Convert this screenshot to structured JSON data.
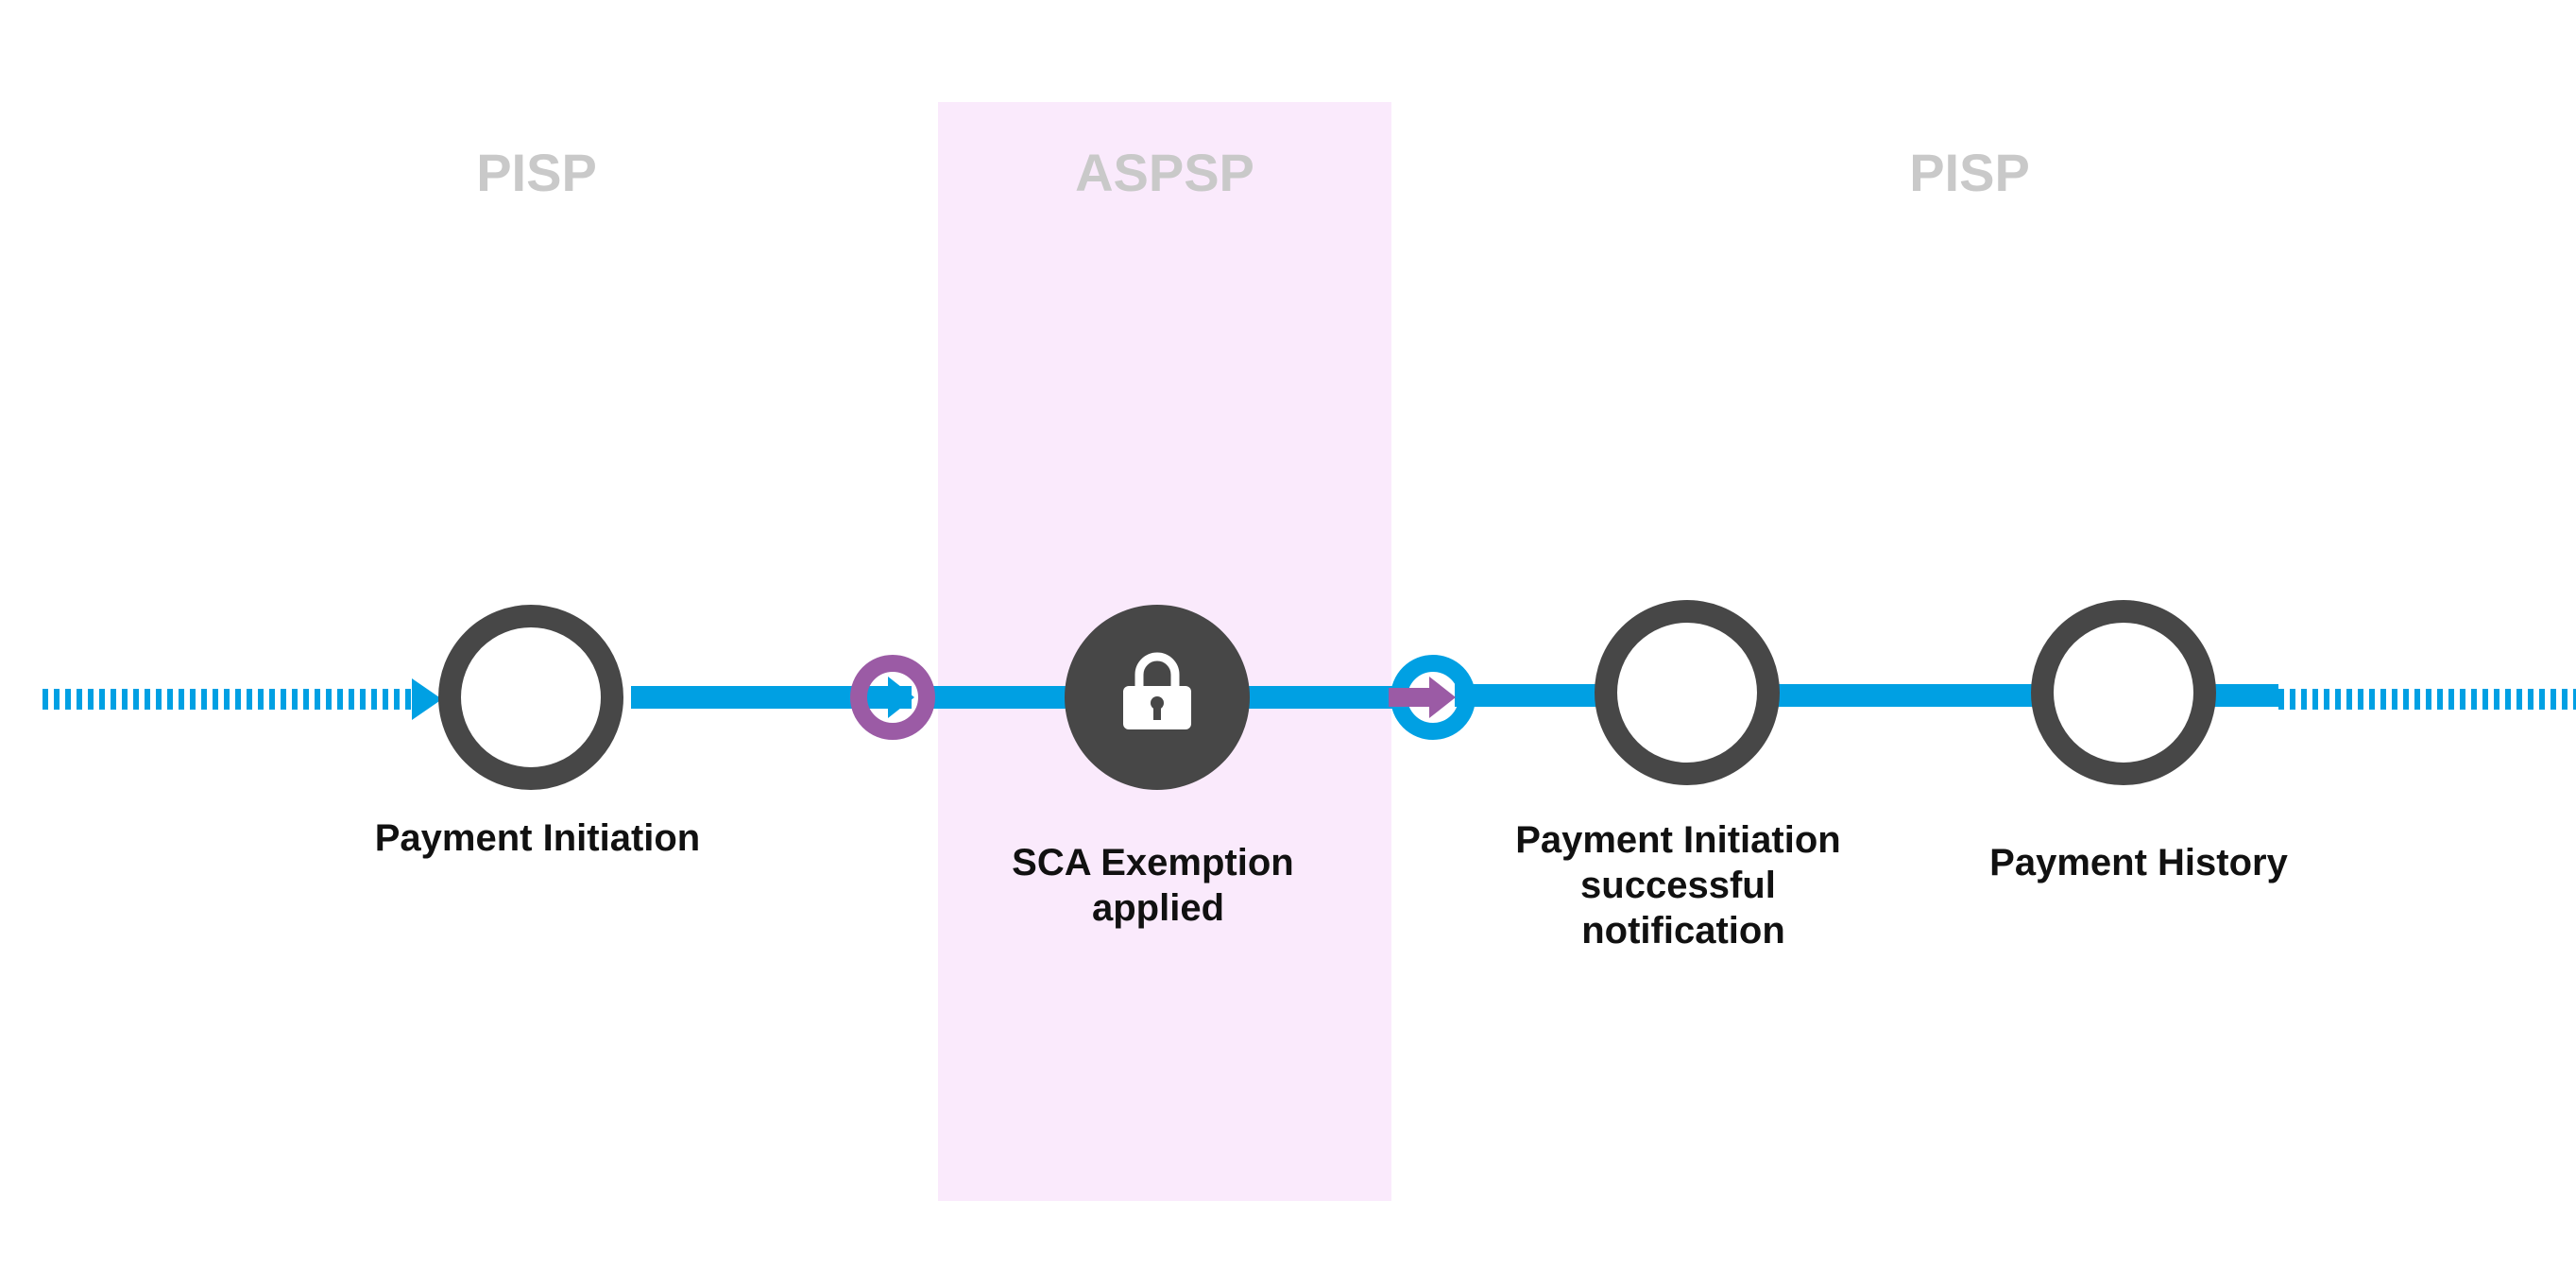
{
  "lanes": [
    {
      "title": "PISP"
    },
    {
      "title": "ASPSP"
    },
    {
      "title": "PISP"
    }
  ],
  "steps": [
    {
      "lines": [
        "Payment Initiation"
      ]
    },
    {
      "lines": [
        "SCA Exemption",
        "applied"
      ]
    },
    {
      "lines": [
        "Payment Initiation",
        "successful",
        "notification"
      ]
    },
    {
      "lines": [
        "Payment History"
      ]
    }
  ],
  "icons": {
    "aspsp_step": "lock-icon",
    "handoff_to_aspsp": "purple-connector-ring-icon",
    "handoff_to_pisp": "blue-connector-ring-icon"
  },
  "colors": {
    "flow_line": "#00a0e3",
    "aspsp_accent": "#9b5ba5",
    "aspsp_background": "#faeafc",
    "node_stroke": "#474747",
    "lane_title": "#c9c9c9",
    "label_text": "#111111"
  }
}
